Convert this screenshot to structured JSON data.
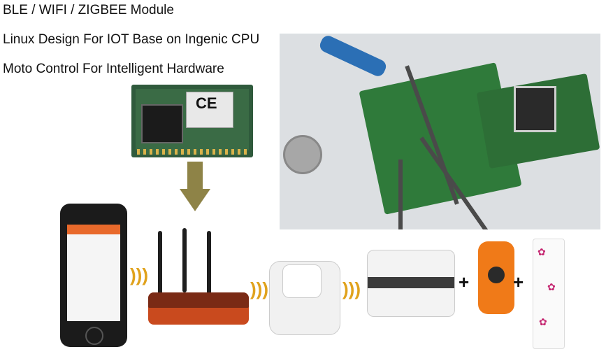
{
  "lines": [
    "BLE / WIFI / ZIGBEE Module",
    "Linux Design For IOT Base on Ingenic CPU",
    "Moto Control For Intelligent Hardware"
  ],
  "module_mark": "CE",
  "plus_sign": "+",
  "wave_glyph": ")))",
  "colors": {
    "arrow": "#8e8347",
    "router": "#c94a1e",
    "camera": "#f07a18",
    "wifi_waves": "#e0a21c",
    "board": "#2f7a3a"
  },
  "icons": [
    "wifi-module-photo",
    "down-arrow-icon",
    "dev-board-photo",
    "smartphone-icon",
    "router-icon",
    "smart-plug-icon",
    "water-heater-icon",
    "camera-device-icon",
    "refrigerator-icon"
  ]
}
